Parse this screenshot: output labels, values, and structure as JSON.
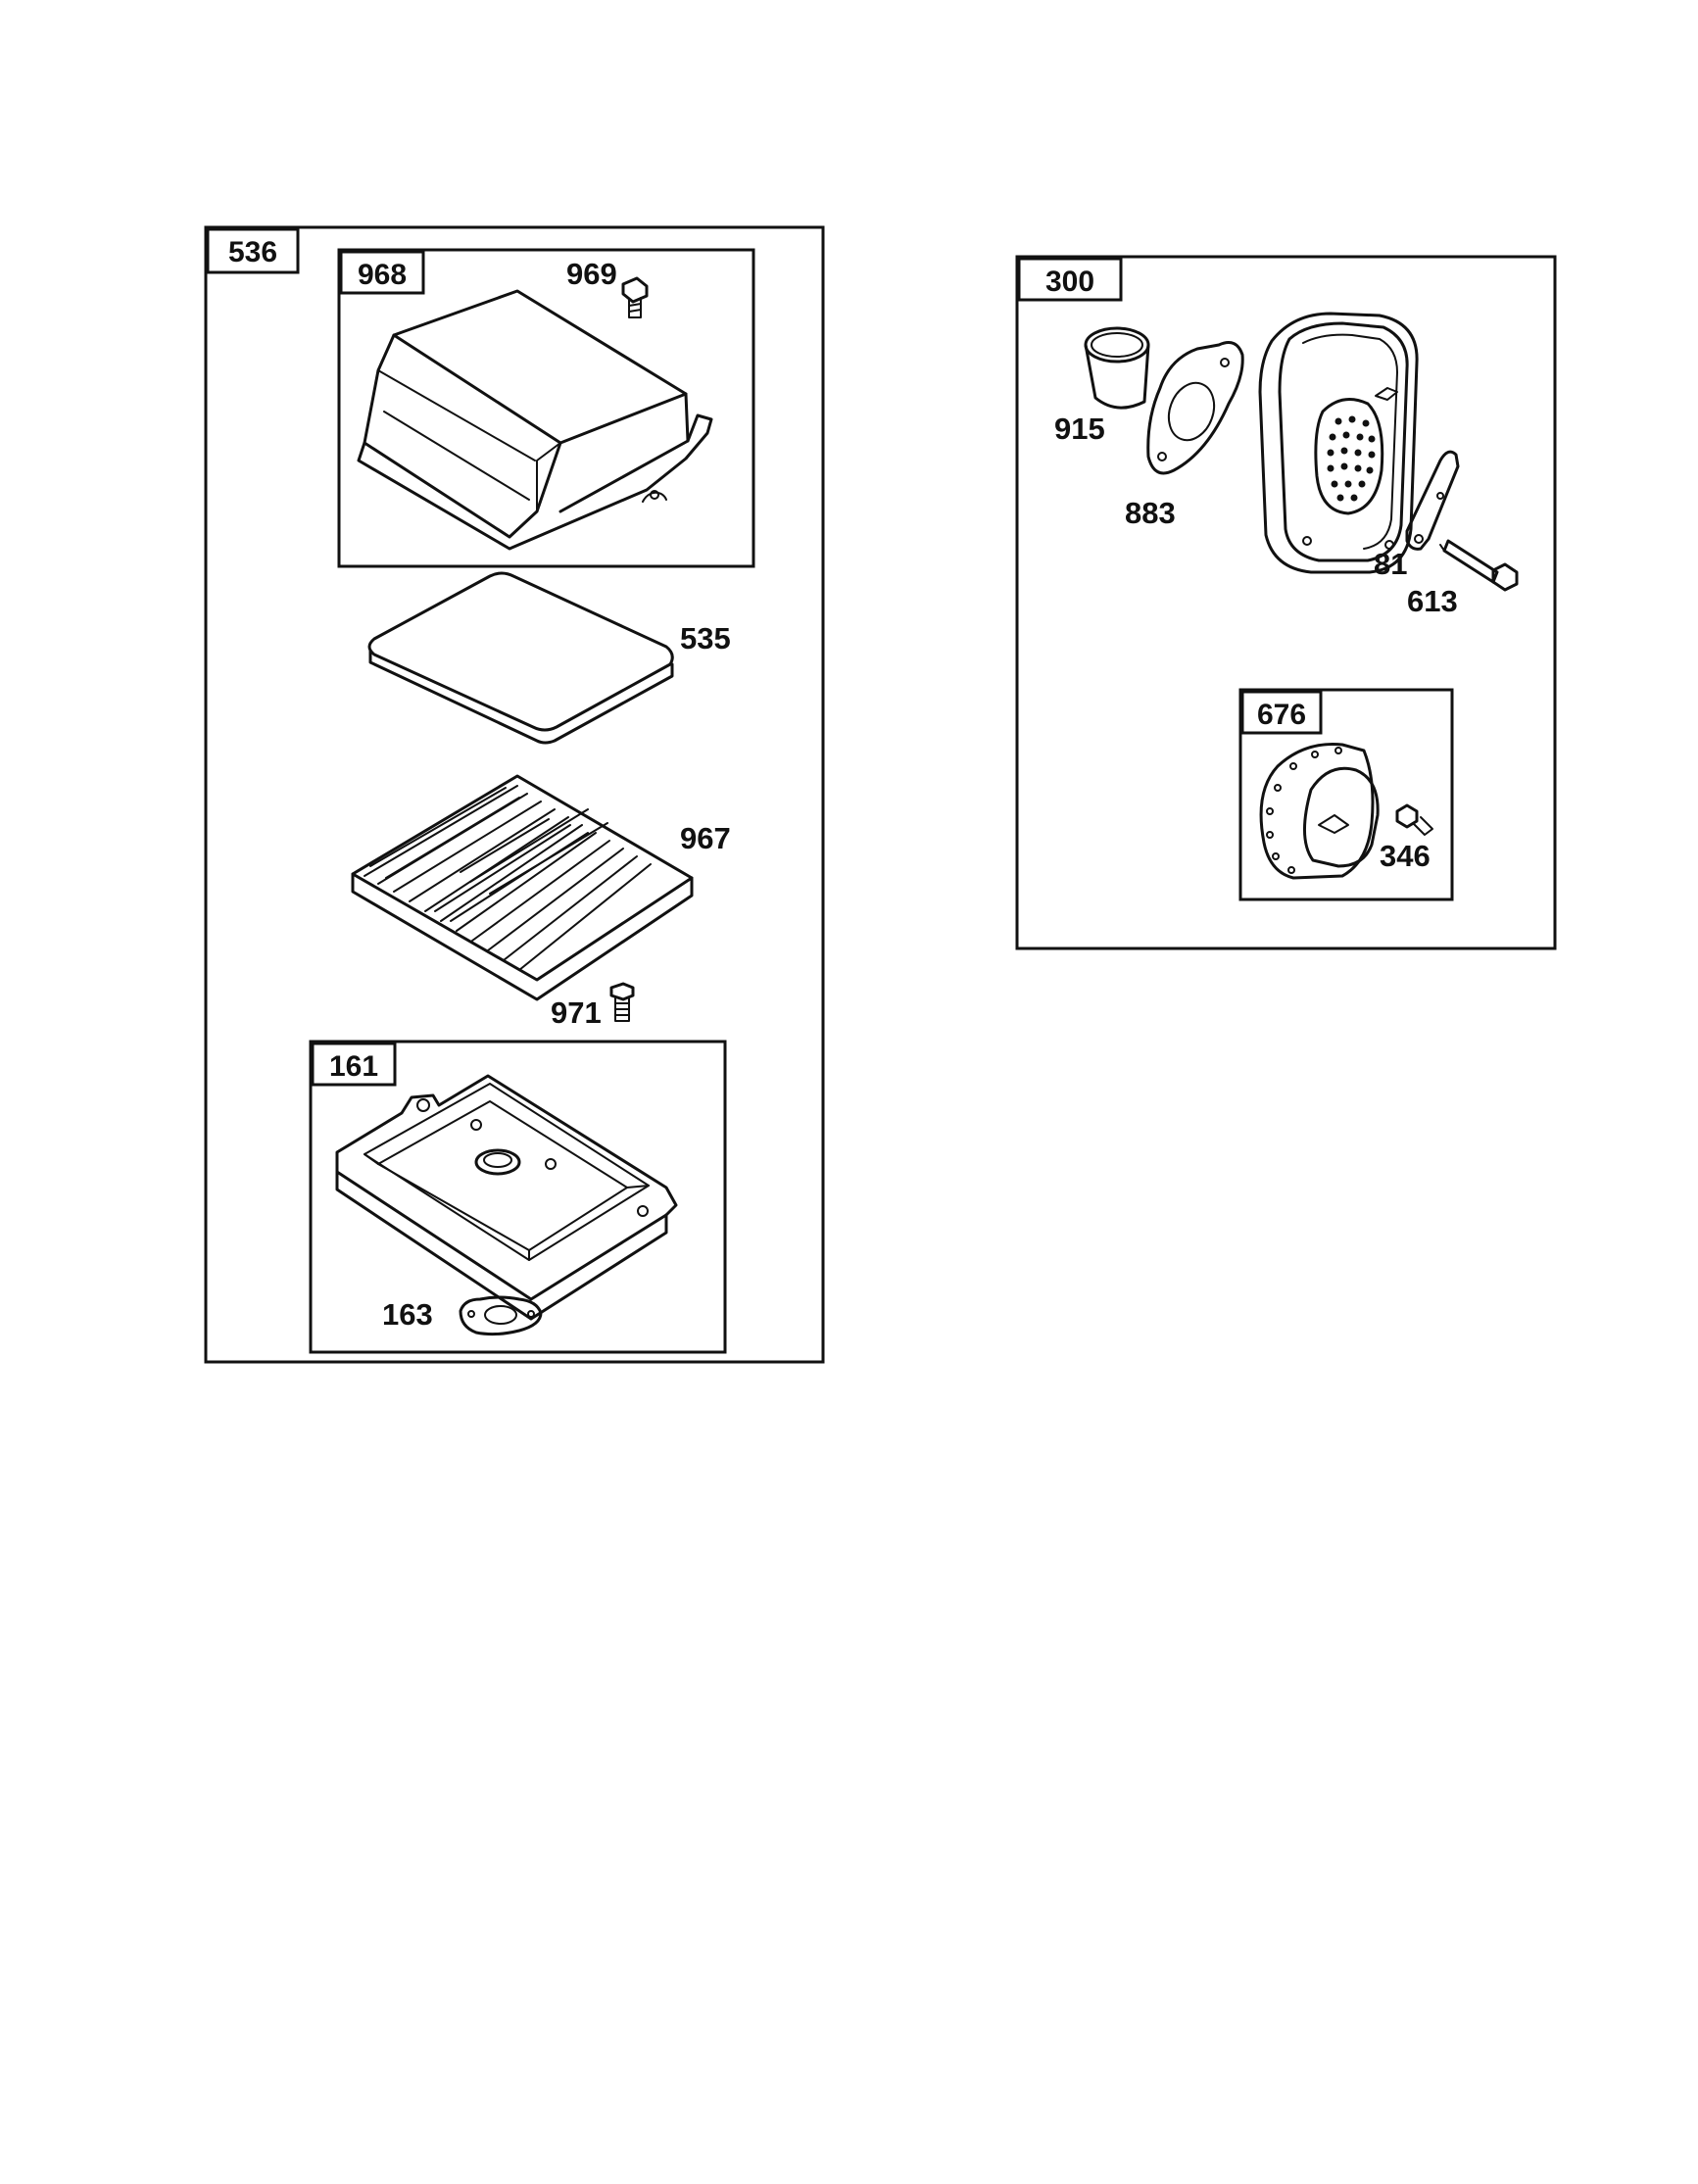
{
  "groups": {
    "g536": "536",
    "g968": "968",
    "g161": "161",
    "g300": "300",
    "g676": "676"
  },
  "parts": {
    "p969": "969",
    "p535": "535",
    "p967": "967",
    "p971": "971",
    "p163": "163",
    "p915": "915",
    "p883": "883",
    "p81": "81",
    "p613": "613",
    "p346": "346"
  },
  "colors": {
    "ink": "#111111",
    "paper": "#ffffff"
  }
}
